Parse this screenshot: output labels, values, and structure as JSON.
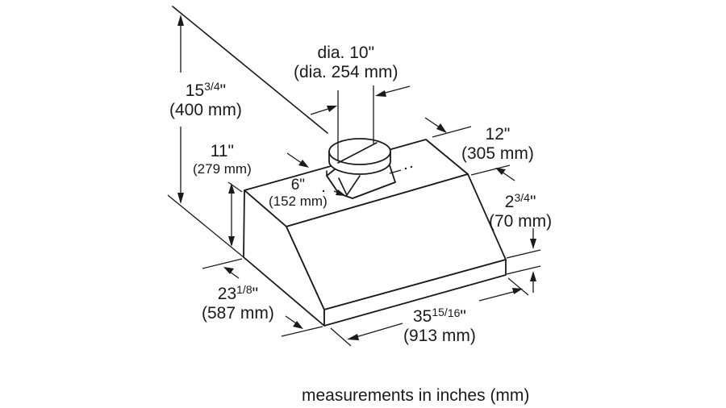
{
  "diagram": {
    "subject": "under-cabinet range hood dimensions",
    "line_color": "#1a1a1a",
    "background": "#ffffff",
    "dimensions": {
      "overall_height": {
        "whole": "15",
        "frac_num": "3",
        "frac_den": "4",
        "inch_mark": "\"",
        "metric": "(400 mm)"
      },
      "duct_diameter": {
        "inch": "dia. 10\"",
        "metric": "(dia. 254 mm)"
      },
      "duct_depth_offset": {
        "whole": "12",
        "inch_mark": "\"",
        "metric": "(305 mm)"
      },
      "body_height": {
        "whole": "11",
        "inch_mark": "\"",
        "metric": "(279 mm)"
      },
      "duct_side_offset": {
        "whole": "6",
        "inch_mark": "\"",
        "metric": "(152 mm)"
      },
      "front_lip_height": {
        "whole": "2",
        "frac_num": "3",
        "frac_den": "4",
        "inch_mark": "\"",
        "metric": "(70 mm)"
      },
      "depth": {
        "whole": "23",
        "frac_num": "1",
        "frac_den": "8",
        "inch_mark": "\"",
        "metric": "(587 mm)"
      },
      "width": {
        "whole": "35",
        "frac_num": "15",
        "frac_den": "16",
        "inch_mark": "\"",
        "metric": "(913 mm)"
      }
    },
    "footer_note": "measurements in inches (mm)"
  }
}
